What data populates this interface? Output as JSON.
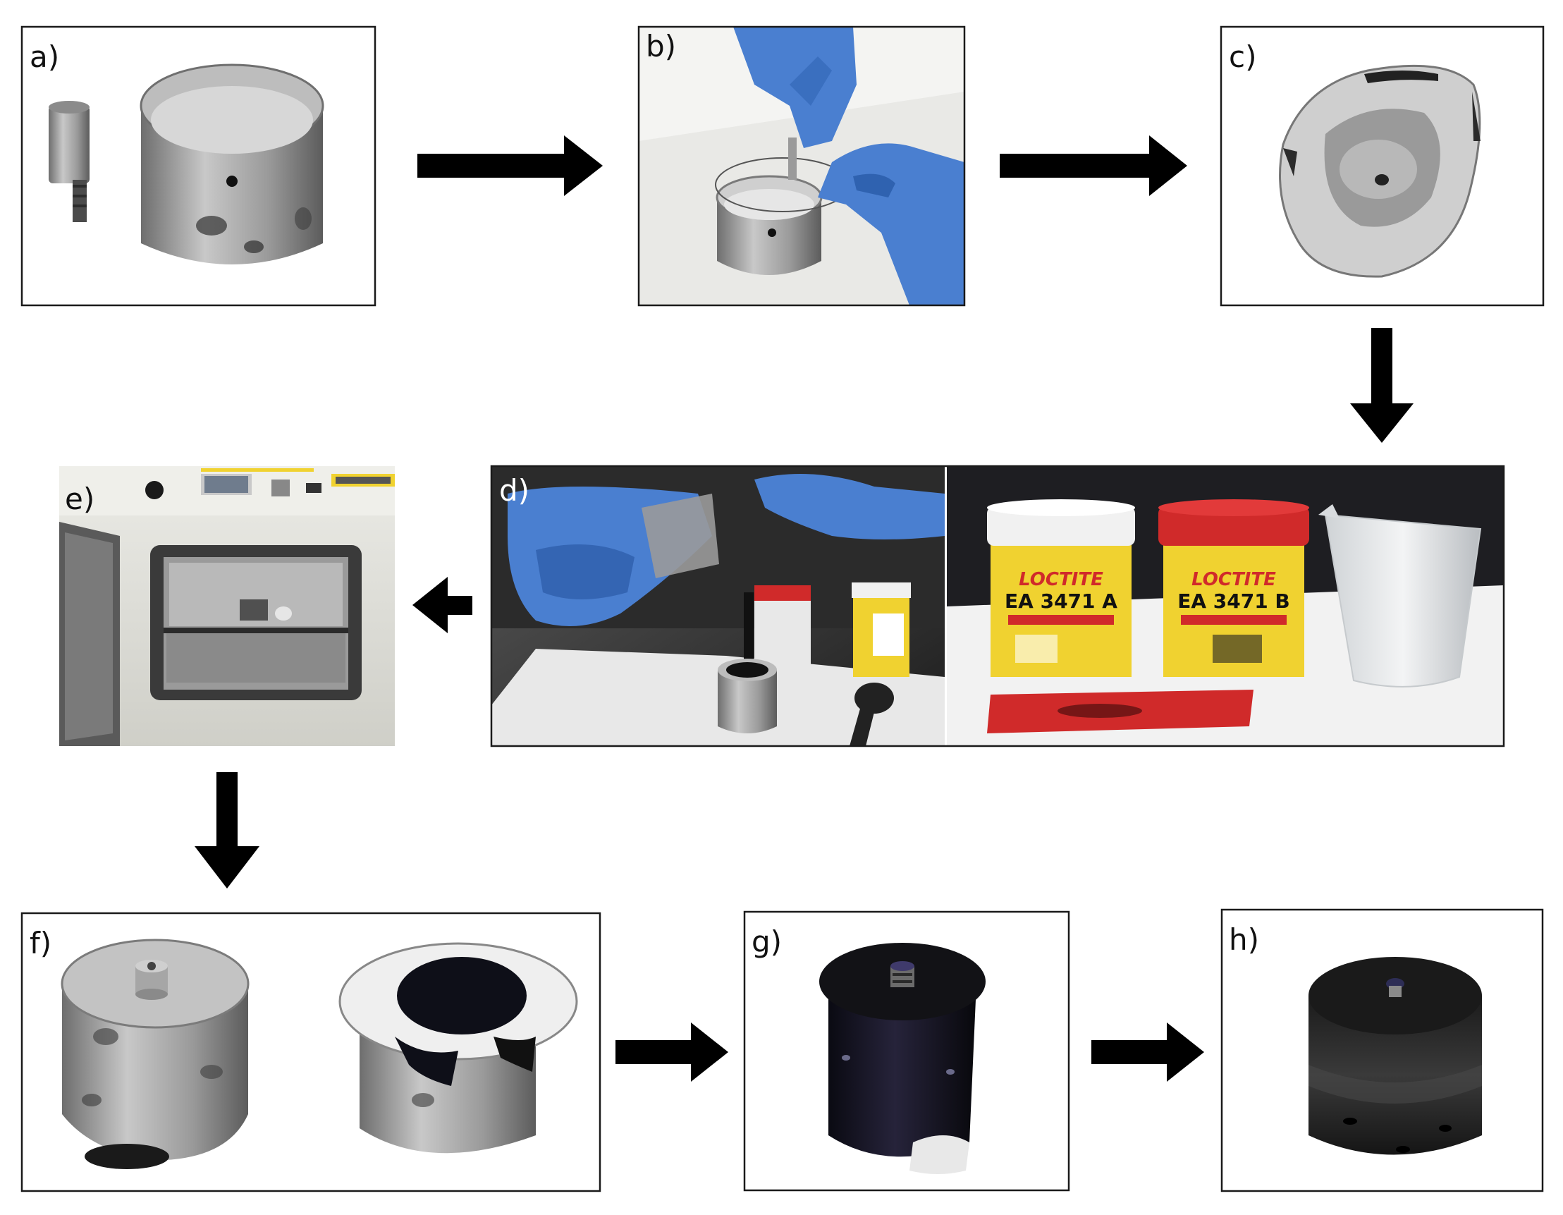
{
  "figure": {
    "panels": [
      {
        "id": "a",
        "label": "a)"
      },
      {
        "id": "b",
        "label": "b)"
      },
      {
        "id": "c",
        "label": "c)"
      },
      {
        "id": "d",
        "label": "d)"
      },
      {
        "id": "e",
        "label": "e)"
      },
      {
        "id": "f",
        "label": "f)"
      },
      {
        "id": "g",
        "label": "g)"
      },
      {
        "id": "h",
        "label": "h)"
      }
    ],
    "product_labels": {
      "brand_a": "LOCTITE",
      "product_a": "EA 3471 A",
      "brand_b": "LOCTITE",
      "product_b": "EA 3471 B"
    },
    "colors": {
      "glove_blue": "#4a7fd0",
      "resin_yellow": "#f0d230",
      "lid_red": "#d02a2a",
      "metal_gray": "#a9a9a9",
      "black_resin": "#111111"
    }
  }
}
